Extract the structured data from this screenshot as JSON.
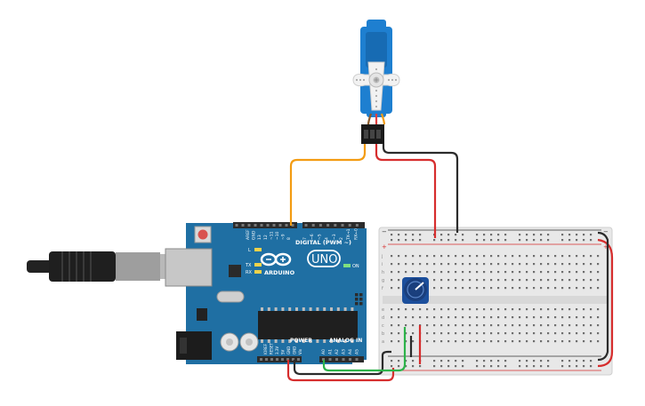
{
  "canvas": {
    "background": "#ffffff"
  },
  "arduino": {
    "logo_text": "ARDUINO",
    "model_text": "UNO",
    "digital_header_label": "DIGITAL (PWM ~)",
    "power_header_label": "POWER",
    "analog_header_label": "ANALOG IN",
    "top_pin_labels": [
      "AREF",
      "GND",
      "13",
      "12",
      "~11",
      "~10",
      "~9",
      "8",
      "7",
      "~6",
      "~5",
      "4",
      "~3",
      "2",
      "TX→1",
      "RX←0"
    ],
    "power_pin_labels": [
      "IOREF",
      "RESET",
      "3.3V",
      "5V",
      "GND",
      "GND",
      "Vin"
    ],
    "analog_pin_labels": [
      "A0",
      "A1",
      "A2",
      "A3",
      "A4",
      "A5"
    ],
    "led_labels": {
      "l": "L",
      "tx": "TX",
      "rx": "RX",
      "on": "ON"
    },
    "board_color": "#1f6fa3",
    "header_color": "#2b2b2b"
  },
  "servo": {
    "body_color": "#1e7fd0",
    "horn_color": "#f2f2f2"
  },
  "breadboard": {
    "color": "#e8e8e8",
    "rail_plus_label": "+",
    "rail_minus_label": "−",
    "row_letters_top": [
      "j",
      "i",
      "h",
      "g",
      "f"
    ],
    "row_letters_bottom": [
      "e",
      "d",
      "c",
      "b",
      "a"
    ]
  },
  "potentiometer": {
    "body_color": "#1c4f9c",
    "knob_color": "#1a3f7d"
  },
  "wires": {
    "signal": "#f39c12",
    "power": "#d62d2d",
    "ground": "#2b2b2b",
    "analog": "#2db34a"
  }
}
